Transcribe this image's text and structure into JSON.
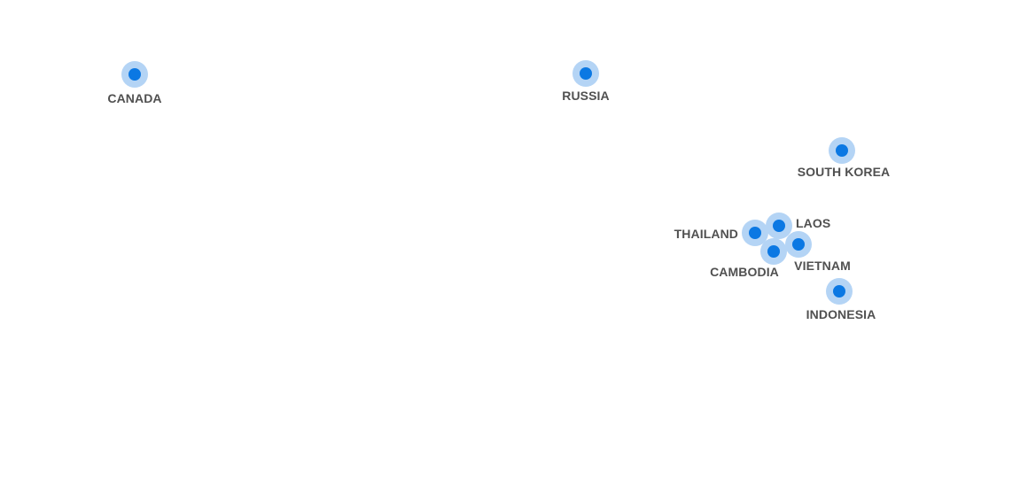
{
  "map": {
    "colors": {
      "dot": "#0b78e3",
      "halo": "#b4d4f5",
      "label": "#505050",
      "background": "#ffffff"
    },
    "markers": [
      {
        "id": "canada",
        "label": "CANADA"
      },
      {
        "id": "russia",
        "label": "RUSSIA"
      },
      {
        "id": "south-korea",
        "label": "SOUTH KOREA"
      },
      {
        "id": "thailand",
        "label": "THAILAND"
      },
      {
        "id": "laos",
        "label": "LAOS"
      },
      {
        "id": "vietnam",
        "label": "VIETNAM"
      },
      {
        "id": "cambodia",
        "label": "CAMBODIA"
      },
      {
        "id": "indonesia",
        "label": "INDONESIA"
      }
    ]
  }
}
